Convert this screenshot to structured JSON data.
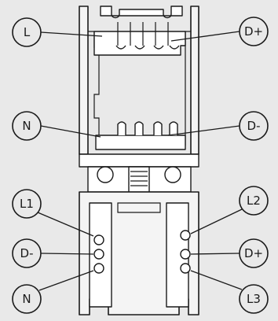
{
  "colors": {
    "background": "#e9e9e9",
    "stroke": "#1a1a1a",
    "profile_fill": "#f4f4f4"
  },
  "labels": {
    "top_left": "L",
    "top_right": "D+",
    "mid_left": "N",
    "mid_right": "D-",
    "bottom_left_1": "L1",
    "bottom_left_2": "D-",
    "bottom_left_3": "N",
    "bottom_right_1": "L2",
    "bottom_right_2": "D+",
    "bottom_right_3": "L3"
  }
}
